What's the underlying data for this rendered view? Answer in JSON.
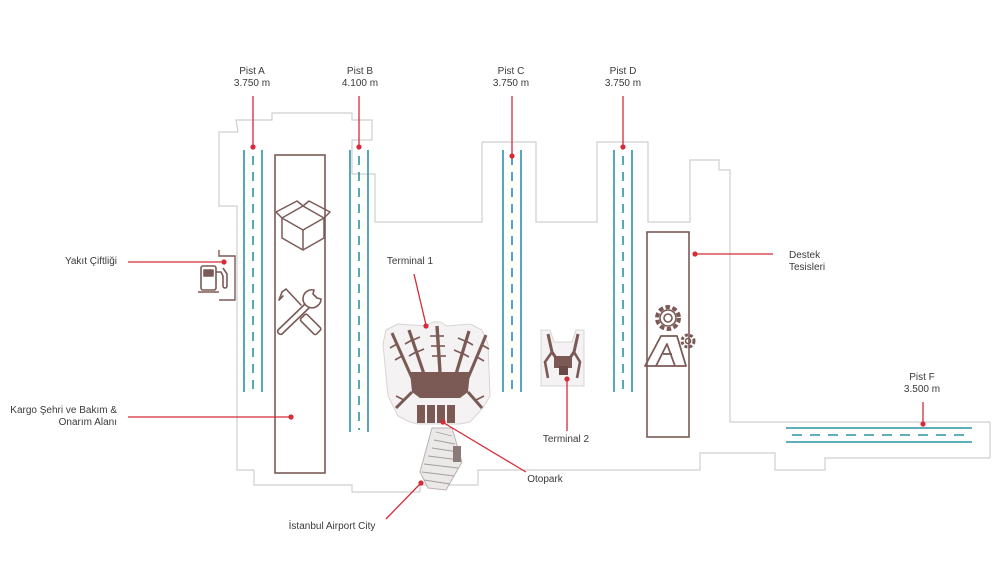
{
  "colors": {
    "outline": "#cfcfcf",
    "runway": "#2b93a6",
    "building": "#7b5a56",
    "building_dark": "#6a4a46",
    "callout": "#d62b38",
    "text": "#3a3a3a"
  },
  "runways": {
    "a": {
      "name": "Pist A",
      "length": "3.750 m"
    },
    "b": {
      "name": "Pist B",
      "length": "4.100 m"
    },
    "c": {
      "name": "Pist C",
      "length": "3.750 m"
    },
    "d": {
      "name": "Pist D",
      "length": "3.750 m"
    },
    "f": {
      "name": "Pist F",
      "length": "3.500 m"
    }
  },
  "areas": {
    "fuel_farm": "Yakıt Çiftliği",
    "cargo_line1": "Kargo Şehri ve Bakım &",
    "cargo_line2": "Onarım Alanı",
    "terminal1": "Terminal 1",
    "terminal2": "Terminal 2",
    "parking": "Otopark",
    "airport_city": "İstanbul Airport City",
    "support_line1": "Destek",
    "support_line2": "Tesisleri"
  },
  "icons": [
    "fuel-pump-icon",
    "box-icon",
    "wrench-screwdriver-icon",
    "gear-icon",
    "hangar-icon"
  ]
}
